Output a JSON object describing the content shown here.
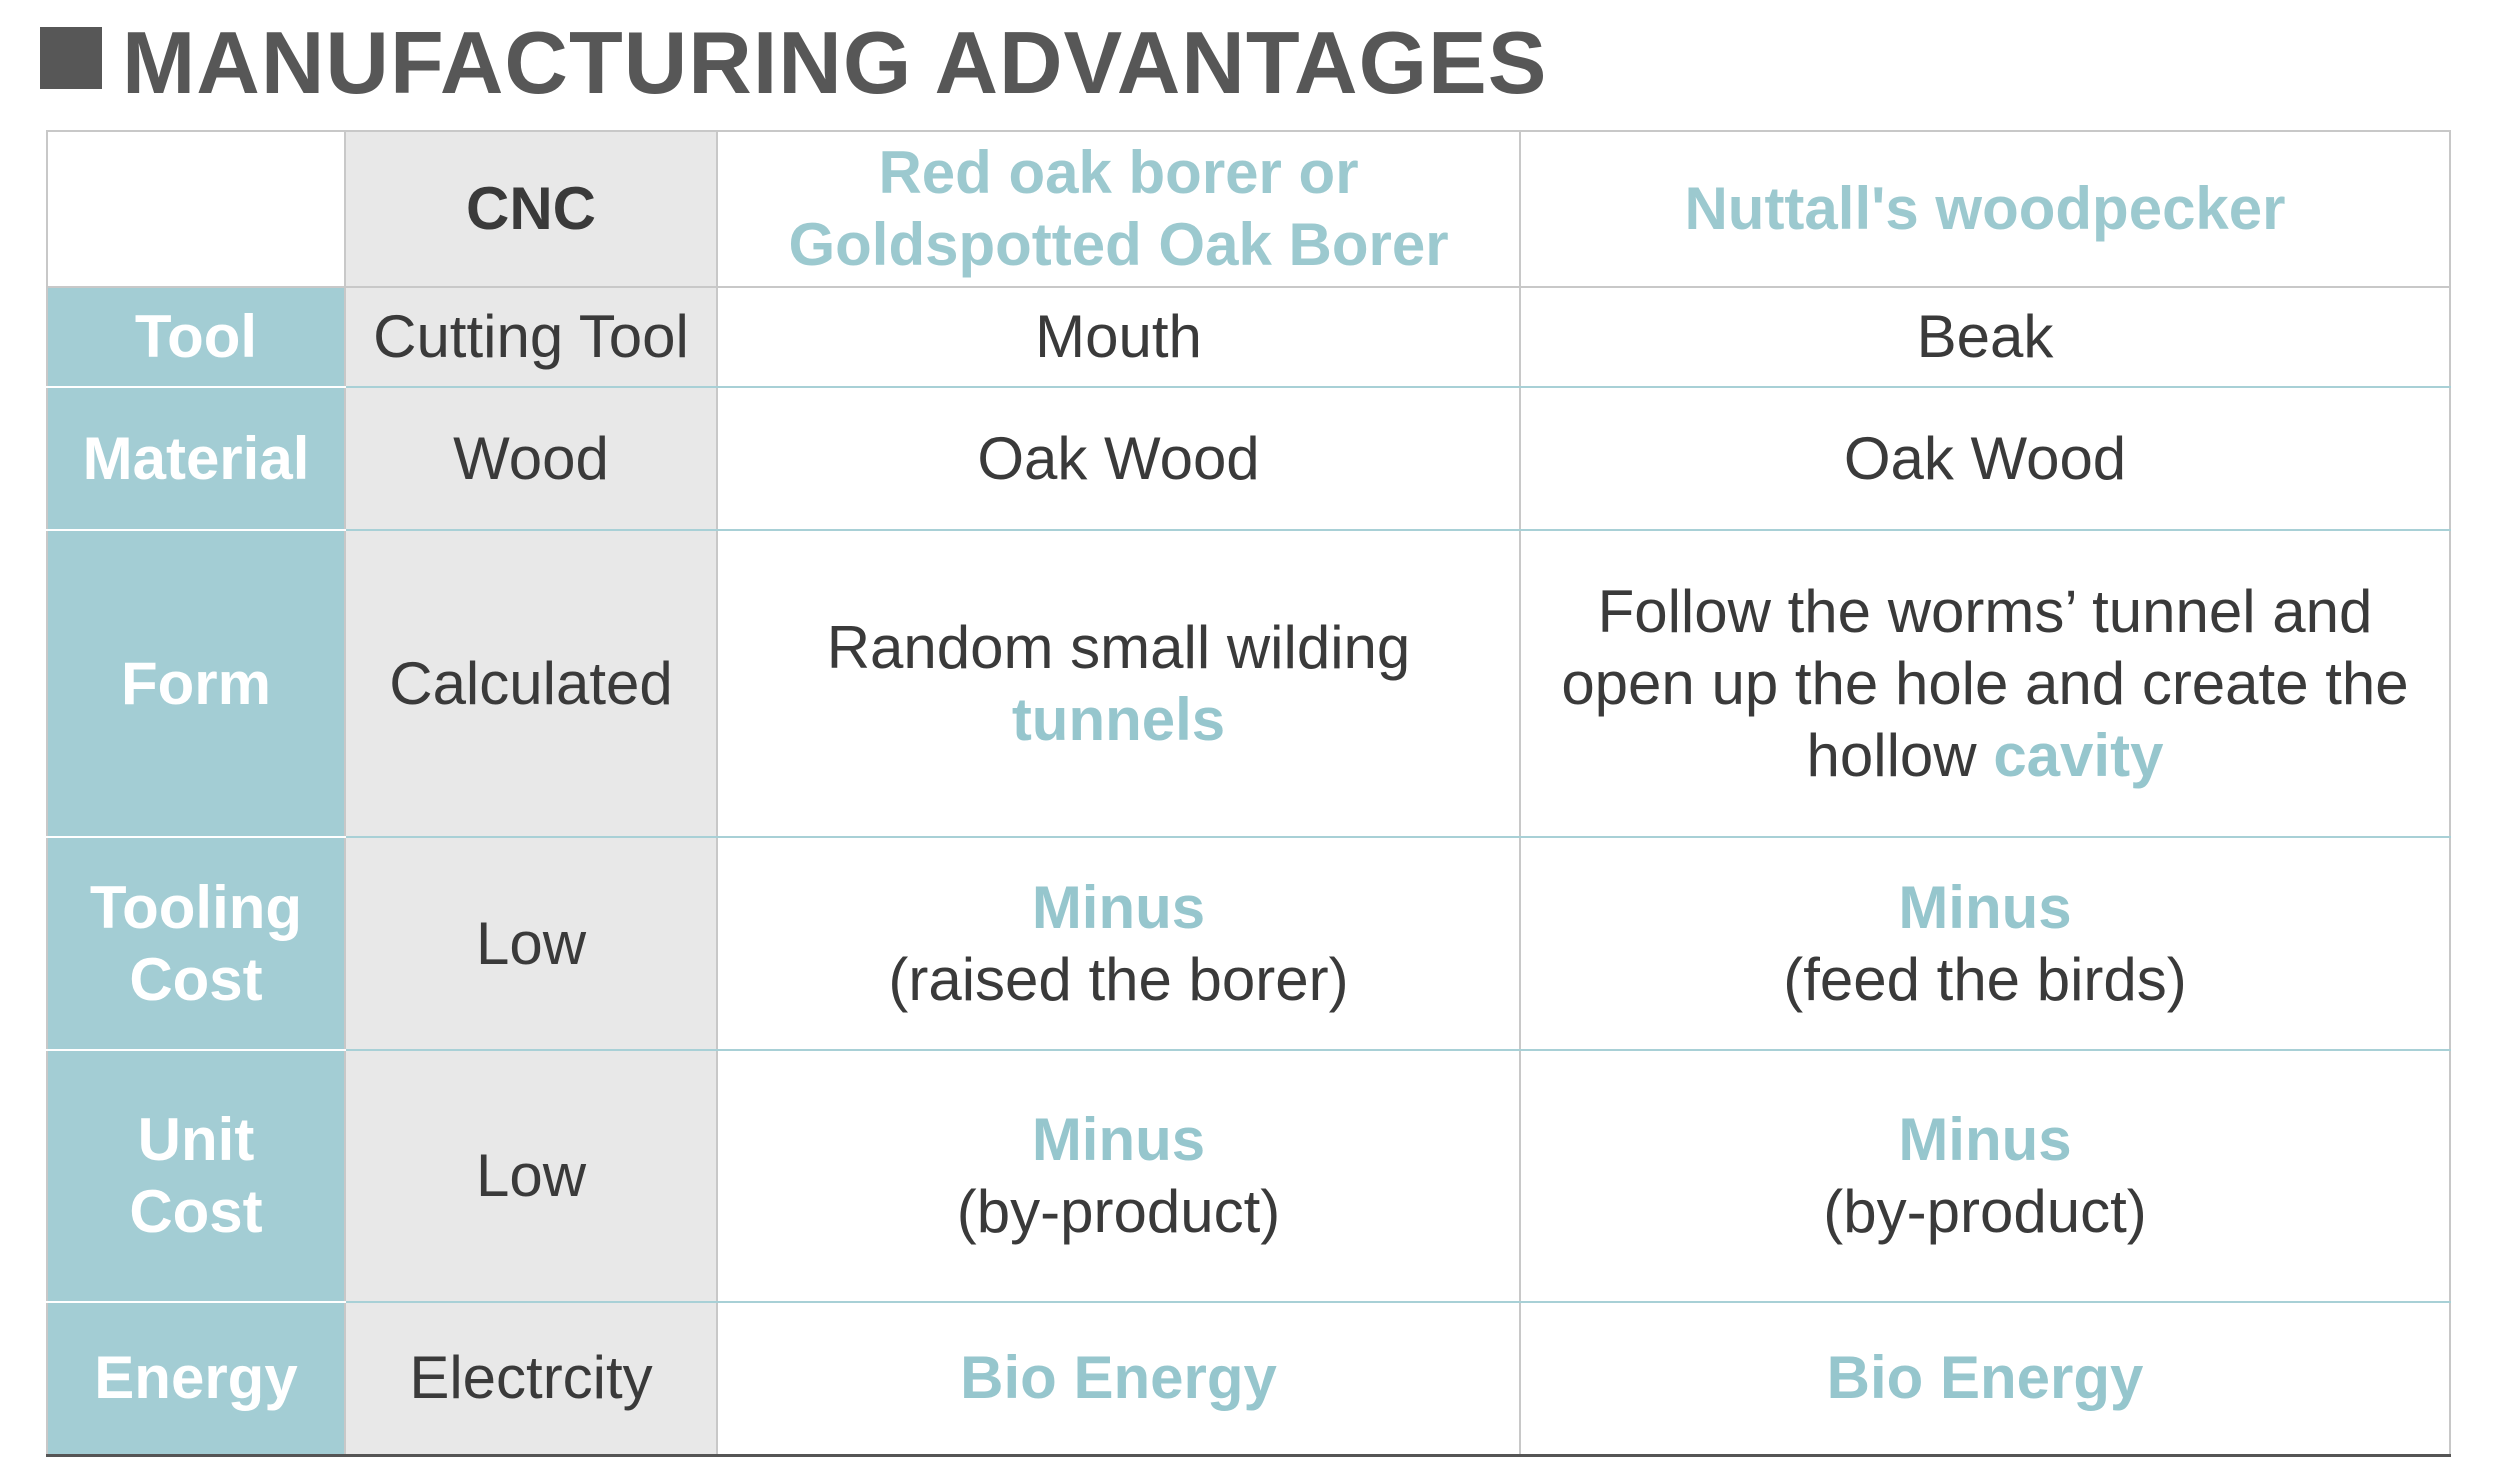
{
  "title": "MANUFACTURING ADVANTAGES",
  "colors": {
    "accent": "#96c6cd",
    "row_header_bg": "#a3cdd4",
    "cnc_bg": "#e8e8e8",
    "title": "#575757"
  },
  "columns": {
    "cnc": "CNC",
    "borer_line1": "Red oak borer or",
    "borer_line2": "Goldspotted Oak Borer",
    "woodpecker": "Nuttall's woodpecker"
  },
  "rows": {
    "tool": {
      "label": "Tool",
      "cnc": "Cutting Tool",
      "borer": "Mouth",
      "woodpecker": "Beak"
    },
    "material": {
      "label": "Material",
      "cnc": "Wood",
      "borer": "Oak Wood",
      "woodpecker": "Oak Wood"
    },
    "form": {
      "label": "Form",
      "cnc": "Calculated",
      "borer_text": "Random small wilding",
      "borer_accent": "tunnels",
      "woodpecker_line1": "Follow the worms’ tunnel and",
      "woodpecker_line2": "open up the hole and create the",
      "woodpecker_line3": "hollow",
      "woodpecker_accent": "cavity"
    },
    "tooling_cost": {
      "label_line1": "Tooling",
      "label_line2": "Cost",
      "cnc": "Low",
      "borer_accent": "Minus",
      "borer_note": "(raised the borer)",
      "woodpecker_accent": "Minus",
      "woodpecker_note": "(feed the birds)"
    },
    "unit_cost": {
      "label_line1": "Unit",
      "label_line2": "Cost",
      "cnc": "Low",
      "borer_accent": "Minus",
      "borer_note": "(by-product)",
      "woodpecker_accent": "Minus",
      "woodpecker_note": "(by-product)"
    },
    "energy": {
      "label": "Energy",
      "cnc": "Electrcity",
      "borer": "Bio Energy",
      "woodpecker": "Bio Energy"
    }
  }
}
